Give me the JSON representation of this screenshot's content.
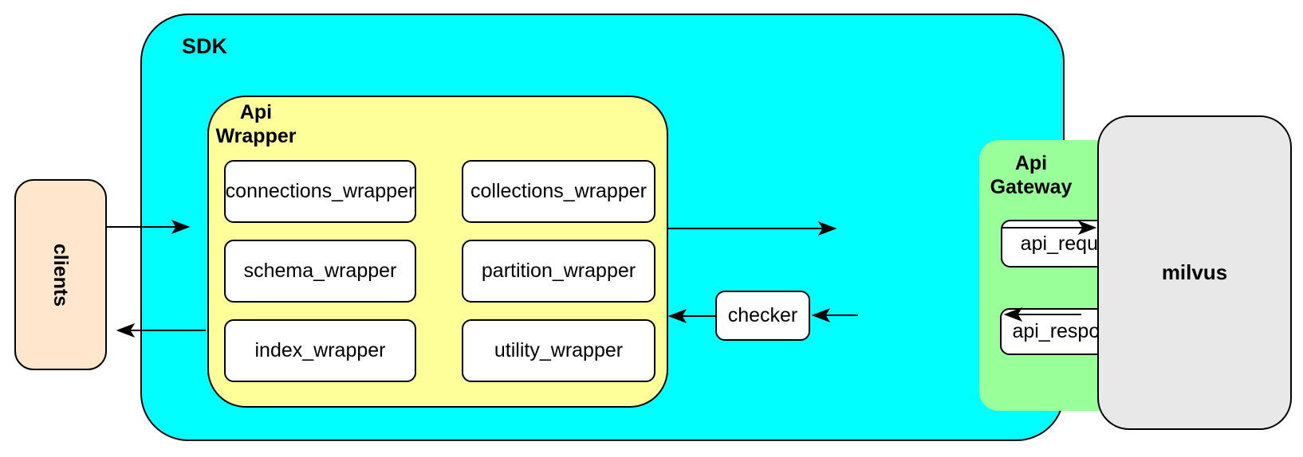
{
  "diagram": {
    "clients": {
      "label": "clients"
    },
    "sdk": {
      "label": "SDK",
      "api_wrapper": {
        "label": "Api\nWrapper",
        "modules": [
          "connections_wrapper",
          "collections_wrapper",
          "schema_wrapper",
          "partition_wrapper",
          "index_wrapper",
          "utility_wrapper"
        ]
      },
      "checker": {
        "label": "checker"
      },
      "api_gateway": {
        "label": "Api\nGateway",
        "request_label": "api_request",
        "response_label": "api_response"
      }
    },
    "milvus": {
      "label": "milvus"
    },
    "colors": {
      "sdk_fill": "#00FFFF",
      "api_wrapper_fill": "#FFFF99",
      "api_gateway_fill": "#99FF99",
      "clients_fill": "#FFE6CC",
      "milvus_fill": "#E8E8E8",
      "node_fill": "#FFFFFF",
      "stroke": "#000000"
    },
    "connections": [
      {
        "from": "clients",
        "to": "sdk"
      },
      {
        "from": "api_wrapper",
        "to": "api_gateway"
      },
      {
        "from": "api_request",
        "to": "milvus"
      },
      {
        "from": "milvus",
        "to": "api_response"
      },
      {
        "from": "api_response",
        "to": "checker"
      },
      {
        "from": "checker",
        "to": "api_wrapper"
      },
      {
        "from": "api_wrapper",
        "to": "clients"
      }
    ]
  }
}
